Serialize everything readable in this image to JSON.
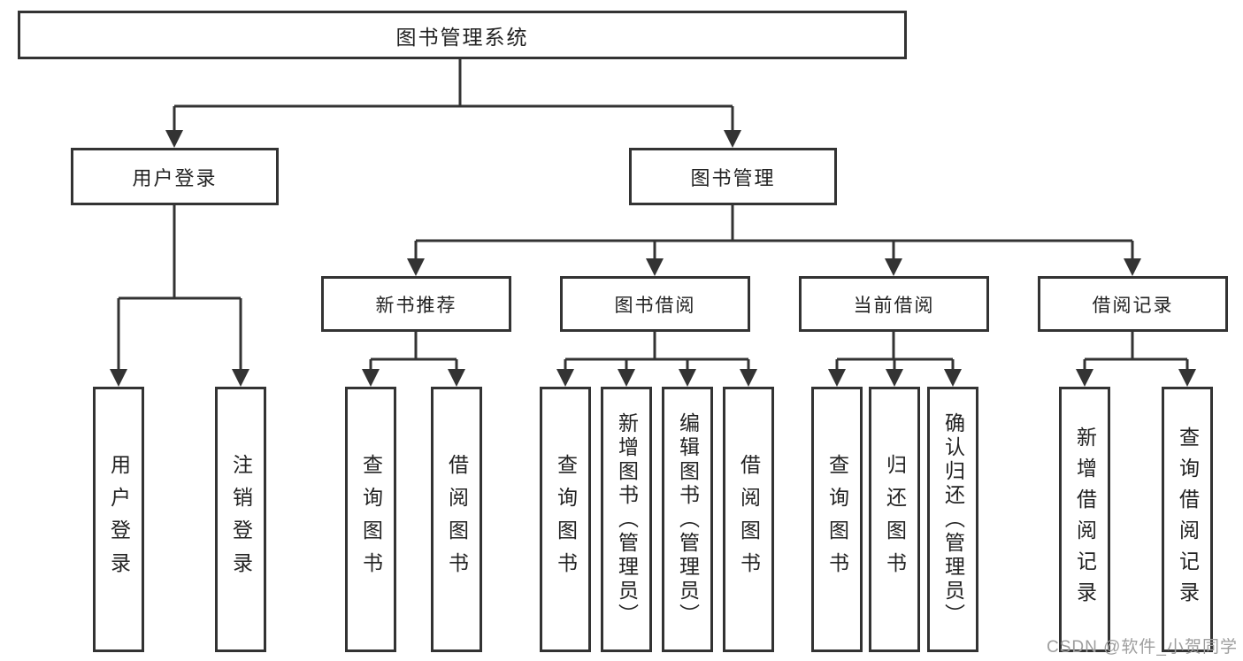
{
  "root": {
    "label": "图书管理系统"
  },
  "user_login": {
    "label": "用户登录",
    "children": {
      "login": {
        "label": "用户登录"
      },
      "logout": {
        "label": "注销登录"
      }
    }
  },
  "book_mgmt": {
    "label": "图书管理",
    "children": {
      "new_books": {
        "label": "新书推荐",
        "children": {
          "query": {
            "label": "查询图书"
          },
          "borrow": {
            "label": "借阅图书"
          }
        }
      },
      "book_borrow": {
        "label": "图书借阅",
        "children": {
          "query": {
            "label": "查询图书"
          },
          "add": {
            "label": "新增图书（管理员）"
          },
          "edit": {
            "label": "编辑图书（管理员）"
          },
          "borrow": {
            "label": "借阅图书"
          }
        }
      },
      "current_borrow": {
        "label": "当前借阅",
        "children": {
          "query": {
            "label": "查询图书"
          },
          "return": {
            "label": "归还图书"
          },
          "confirm": {
            "label": "确认归还（管理员）"
          }
        }
      },
      "borrow_records": {
        "label": "借阅记录",
        "children": {
          "add": {
            "label": "新增借阅记录"
          },
          "query": {
            "label": "查询借阅记录"
          }
        }
      }
    }
  },
  "watermark": "CSDN @软件_小贺同学",
  "colors": {
    "line": "#333333",
    "box_border": "#333333",
    "text": "#222222",
    "watermark": "#9e9e9e",
    "background": "#ffffff"
  }
}
